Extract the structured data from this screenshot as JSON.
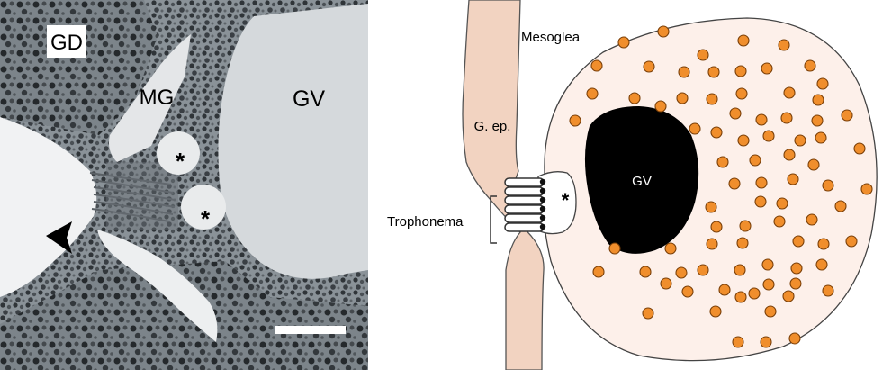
{
  "micrograph": {
    "labels": {
      "gd": "GD",
      "mg": "MG",
      "gv": "GV",
      "asterisk_upper": "*",
      "asterisk_lower": "*"
    },
    "arrowhead_icon": "arrowhead-icon",
    "scale_bar": "scale-bar"
  },
  "schematic": {
    "labels": {
      "mesoglea": "Mesoglea",
      "gep": "G. ep.",
      "trophonema": "Trophonema",
      "gv": "GV",
      "asterisk": "*"
    },
    "colors": {
      "epithelium": "#f2d3c1",
      "oocyte": "#fdf0ea",
      "yolk": "#f08e2c",
      "nucleus": "#000000"
    }
  }
}
